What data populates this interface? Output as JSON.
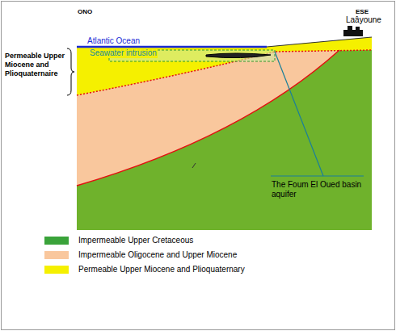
{
  "diagram": {
    "labels": [
      "ONO",
      "ESE",
      "Laâyoune",
      "Permeable Upper Miocene and Plioquaternaire",
      "Atlantic Ocean",
      "Seawater intrusion",
      "The Foum El Oued basin aquifer"
    ],
    "legend": [
      {
        "text": "Impermeable Upper Cretaceous",
        "color": "#3aa33a"
      },
      {
        "text": "Impermeable Oligocene and Upper Miocene",
        "color": "#f9c79d"
      },
      {
        "text": "Permeable Upper Miocene and Plioquaternary",
        "color": "#f5f000"
      }
    ]
  }
}
